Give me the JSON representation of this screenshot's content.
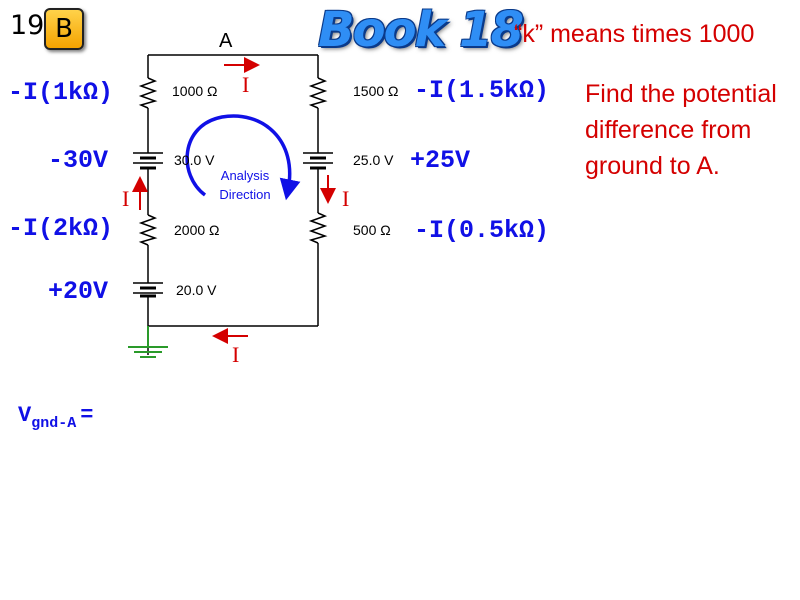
{
  "header": {
    "slide_number": "19",
    "badge": "B",
    "book_title": "Book 18",
    "k_note": "“k” means times 1000"
  },
  "question": "Find the potential difference from ground to A.",
  "node_label": "A",
  "components": {
    "r1": "1000 Ω",
    "r2": "1500 Ω",
    "r3": "2000 Ω",
    "r4": "500 Ω",
    "b1": "30.0 V",
    "b2": "25.0 V",
    "b3": "20.0 V"
  },
  "equation_terms": {
    "r1": "-I(1kΩ)",
    "b1": "-30V",
    "r3": "-I(2kΩ)",
    "b3": "+20V",
    "r2": "-I(1.5kΩ)",
    "b2": "+25V",
    "r4": "-I(0.5kΩ)"
  },
  "current_label": "I",
  "analysis_direction": "Analysis Direction",
  "result": {
    "symbol": "V",
    "subscript": "gnd-A",
    "equals": "="
  },
  "colors": {
    "blue": "#1010e6",
    "red": "#d40000",
    "ground": "#2a9a2a"
  }
}
